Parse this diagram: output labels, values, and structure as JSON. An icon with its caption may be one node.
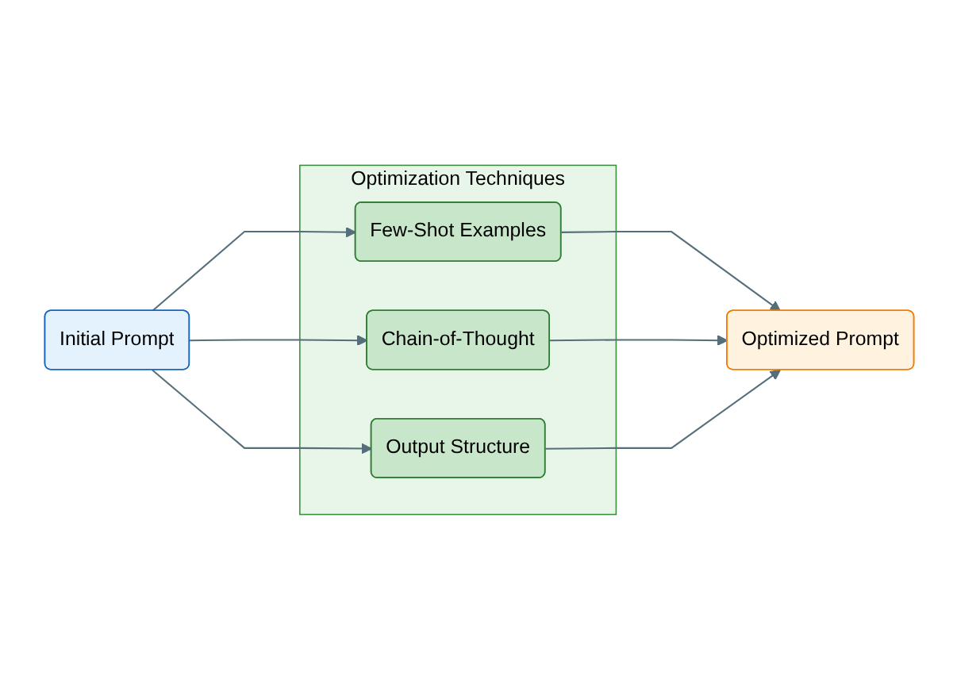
{
  "diagram": {
    "nodes": [
      {
        "text": [
          "Initial Prompt"
        ]
      },
      {
        "text": [
          "Optimization Techniques"
        ]
      },
      {
        "text": [
          "Few-Shot Examples"
        ],
        "in": 1
      },
      {
        "text": [
          "Chain-of-Thought"
        ],
        "in": 1
      },
      {
        "text": [
          "Output Structure"
        ],
        "in": 1
      },
      {
        "text": [
          "Optimized Prompt"
        ]
      }
    ],
    "edges": [
      {
        "from": 0,
        "to": 2,
        "arrow": "to"
      },
      {
        "from": 0,
        "to": 3,
        "arrow": "to"
      },
      {
        "from": 0,
        "to": 4,
        "arrow": "to"
      },
      {
        "from": 2,
        "to": 5,
        "arrow": "to"
      },
      {
        "from": 3,
        "to": 5,
        "arrow": "to"
      },
      {
        "from": 4,
        "to": 5,
        "arrow": "to"
      }
    ]
  }
}
